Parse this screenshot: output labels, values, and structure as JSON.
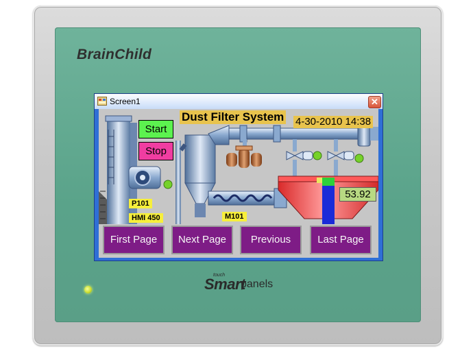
{
  "device": {
    "brand": "BrainChild",
    "logo_super": "touch",
    "logo_main": "Smart",
    "logo_suffix": "panels"
  },
  "window": {
    "title": "Screen1",
    "close_glyph": "✕"
  },
  "hmi": {
    "system_title": "Dust Filter System",
    "datetime": "4-30-2010 14:38",
    "start_label": "Start",
    "stop_label": "Stop",
    "tags": {
      "pump": "P101",
      "hmi": "HMI 450",
      "motor": "M101"
    },
    "readout_value": "53.92"
  },
  "nav": {
    "first": "First Page",
    "next": "Next Page",
    "previous": "Previous",
    "last": "Last Page"
  },
  "colors": {
    "bezel": "#5aa38a",
    "button_purple": "#7e1c86",
    "start_green": "#5cf24f",
    "stop_pink": "#f03da1",
    "label_yellow": "#f7ef3b",
    "title_gold": "#e8c34d",
    "tank_red": "#f03a3a",
    "indicator_green": "#76d22a"
  },
  "icons": {
    "app": "window-app-icon",
    "close": "close-icon",
    "led": "power-led-icon"
  }
}
